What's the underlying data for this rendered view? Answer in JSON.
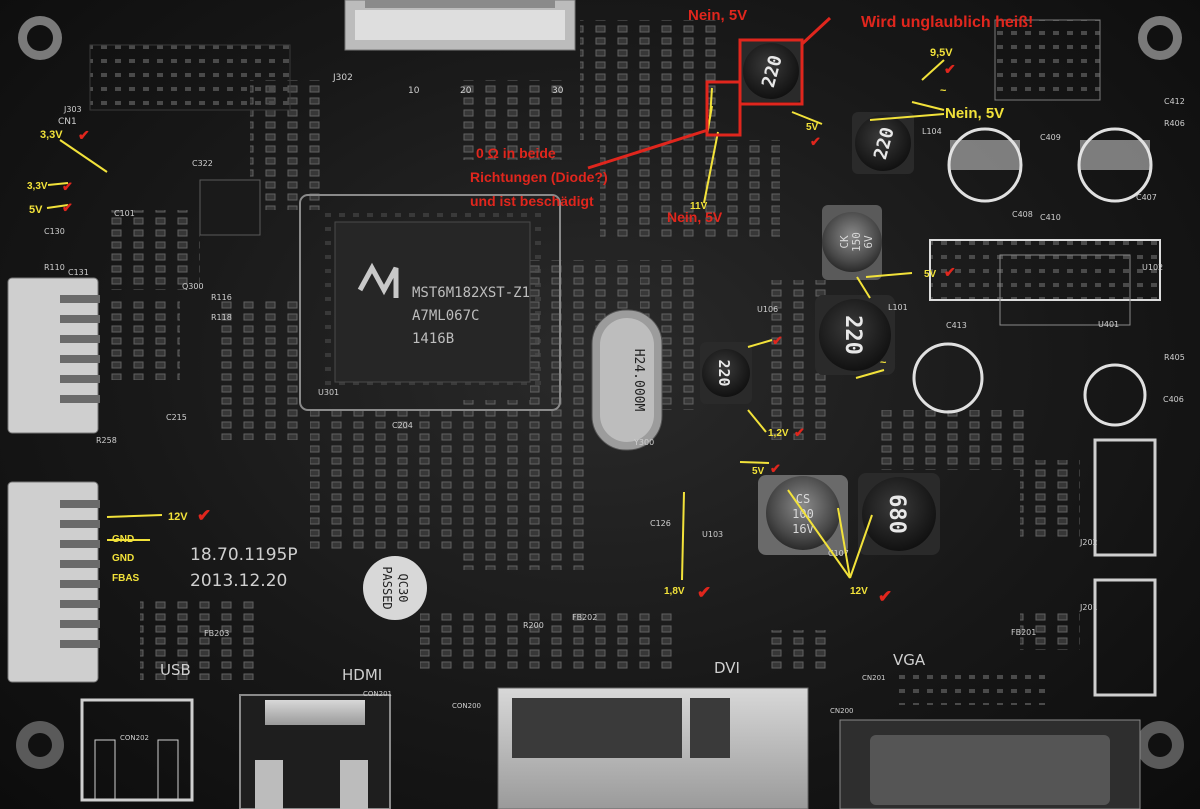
{
  "board": {
    "ic_main_line1": "MST6M182XST-Z1",
    "ic_main_line2": "A7ML067C",
    "ic_main_line3": "1416B",
    "crystal_label": "H24.000M",
    "model_line": "18.70.1195P",
    "date_line": "2013.12.20",
    "qc_line1": "QC30",
    "qc_line2": "PASSED",
    "port_usb": "USB",
    "port_hdmi": "HDMI",
    "port_dvi": "DVI",
    "port_vga": "VGA",
    "inductor_top": "220",
    "inductor_right": "220",
    "inductor_mid": "220",
    "inductor_center": "220",
    "inductor_bottom": "680",
    "cap_ck_1": "CK",
    "cap_ck_2": "150",
    "cap_ck_3": "6V",
    "cap_cs_1": "CS",
    "cap_cs_2": "100",
    "cap_cs_3": "16V"
  },
  "silkscreen": {
    "j302": "J302",
    "cn1": "CN1",
    "j303": "J303",
    "u301": "U301",
    "u102": "U102",
    "u401": "U401",
    "u103": "U103",
    "u106": "U106",
    "y300": "Y300",
    "cn200": "CON200",
    "cn201": "CON201",
    "cn202": "CON202",
    "cn201v": "CN201",
    "cn200v": "CN200",
    "j201": "J201",
    "j202": "J202",
    "l101": "L101",
    "l104": "L104",
    "c408": "C408",
    "c407": "C407",
    "c409": "C409",
    "c410": "C410",
    "c406": "C406",
    "c413": "C413",
    "r405": "R405",
    "r406": "R406",
    "c412": "C412",
    "c107": "C107",
    "c126": "C126",
    "fb202": "FB202",
    "fb201": "FB201",
    "fb203": "FB203",
    "c322": "C322",
    "c101": "C101",
    "c130": "C130",
    "c131": "C131",
    "r110": "R110",
    "c215": "C215",
    "r258": "R258",
    "q300": "Q300",
    "r116": "R116",
    "r118": "R118",
    "c204": "C204",
    "r200": "R200",
    "p10": "10",
    "p20": "20",
    "p30": "30"
  },
  "annotations": {
    "v33_a": "3,3V",
    "v33_b": "3,3V",
    "v5_a": "5V",
    "v12_a": "12V",
    "gnd_a": "GND",
    "gnd_b": "GND",
    "fbas": "FBAS",
    "nein5_top": "Nein, 5V",
    "hot": "Wird unglaublich heiß!",
    "v95": "9,5V",
    "nein5_right": "Nein, 5V",
    "v5_b": "5V",
    "diode_1": "0 Ω in beide",
    "diode_2": "Richtungen (Diode?)",
    "diode_3": "und ist beschädigt",
    "v11": "11V",
    "nein5_mid": "Nein, 5V",
    "v5_c": "5V",
    "tilde_a": "~",
    "tilde_b": "~",
    "v12_b": "1,2V",
    "v5_d": "5V",
    "v18": "1,8V",
    "v12_c": "12V"
  },
  "colors": {
    "annotation_yellow": "#f2e23a",
    "annotation_red": "#e0261d",
    "pcb_base": "#181818",
    "silk": "#cfcfcf"
  }
}
